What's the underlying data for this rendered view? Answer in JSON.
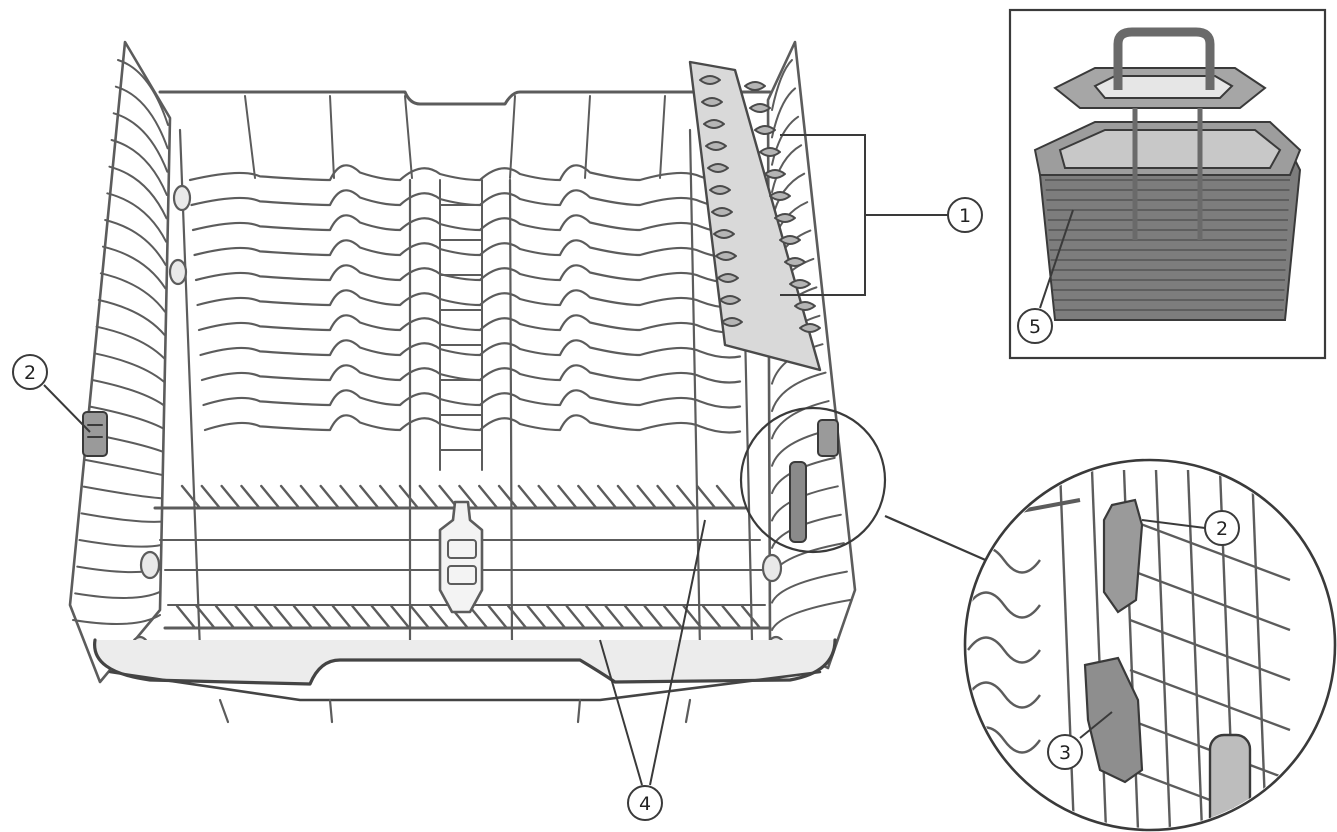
{
  "diagram": {
    "callouts": [
      {
        "id": "c1",
        "text": "1"
      },
      {
        "id": "c2a",
        "text": "2"
      },
      {
        "id": "c2b",
        "text": "2"
      },
      {
        "id": "c3",
        "text": "3"
      },
      {
        "id": "c4",
        "text": "4"
      },
      {
        "id": "c5",
        "text": "5"
      }
    ],
    "colors": {
      "line": "#3a3a3a",
      "wire": "#5c5c5c",
      "part": "#8a8a8a",
      "part_dark": "#555555",
      "background": "#ffffff"
    }
  }
}
